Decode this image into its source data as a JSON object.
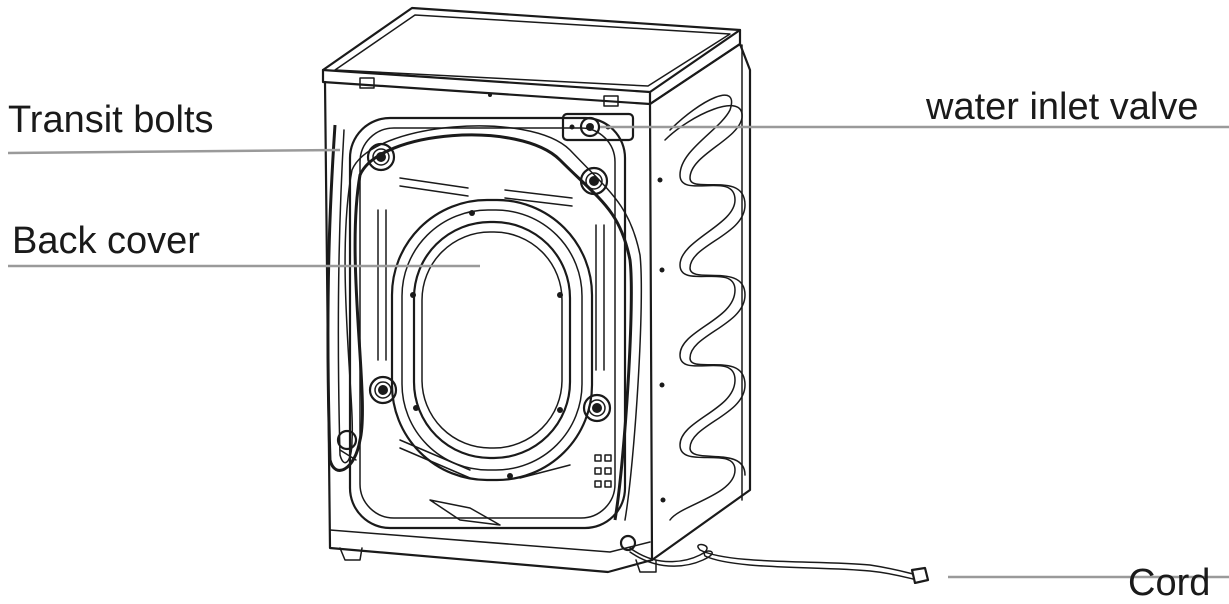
{
  "labels": {
    "transit_bolts": "Transit bolts",
    "back_cover": "Back cover",
    "water_inlet_valve": "water inlet valve",
    "cord": "Cord"
  },
  "colors": {
    "line": "#1a1a1a",
    "leader": "#9a9a9a",
    "background": "#ffffff"
  }
}
